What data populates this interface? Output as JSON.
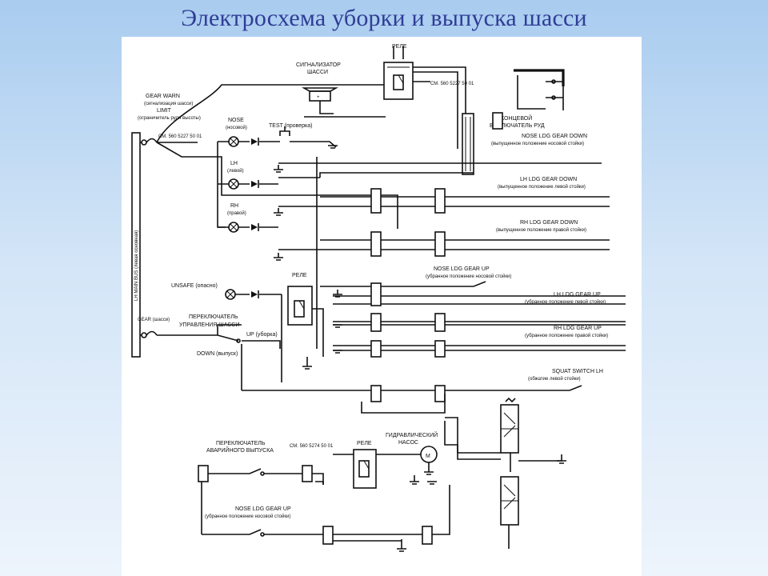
{
  "title": "Электросхема уборки и выпуска шасси",
  "labels": {
    "relay_top": "РЕЛЕ",
    "signal_device_1": "СИГНАЛИЗАТОР",
    "signal_device_2": "ШАССИ",
    "cm_top": "СМ. 560 5227 50 01",
    "gear_warn_1": "GEAR WARN",
    "gear_warn_2": "(сигнализация шасси)",
    "gear_warn_3": "LIMIT",
    "gear_warn_4": "(ограничитель руля высоты)",
    "cm_left": "СМ. 560 5227 50 01",
    "nose": "NOSE",
    "nose_ru": "(носовой)",
    "test": "TEST (проверка)",
    "lh": "LH",
    "lh_ru": "(левой)",
    "rh": "RH",
    "rh_ru": "(правой)",
    "unsafe": "UNSAFE (опасно)",
    "relay_mid": "РЕЛЕ",
    "bus": "LH MAIN BUS (левая основная)",
    "gear": "GEAR (шасси)",
    "switch_1": "ПЕРЕКЛЮЧАТЕЛЬ",
    "switch_2": "УПРАВЛЕНИЯ ШАССИ",
    "up": "UP (уборка)",
    "down": "DOWN (выпуск)",
    "limit_sw_1": "КОНЦЕВОЙ",
    "limit_sw_2": "ВЫКЛЮЧАТЕЛЬ РУД",
    "nose_down": "NOSE LDG GEAR DOWN",
    "nose_down_ru": "(выпущенное положение носовой стойки)",
    "lh_down": "LH LDG GEAR DOWN",
    "lh_down_ru": "(выпущенное положение левой стойки)",
    "rh_down": "RH LDG GEAR DOWN",
    "rh_down_ru": "(выпущенное положение правой стойки)",
    "nose_up": "NOSE LDG GEAR UP",
    "nose_up_ru": "(убранное положение носовой стойки)",
    "lh_up": "LH LDG GEAR UP",
    "lh_up_ru": "(убранное положение левой стойки)",
    "rh_up": "RH LDG GEAR UP",
    "rh_up_ru": "(убранное положение правой стойки)",
    "squat": "SQUAT SWITCH LH",
    "squat_ru": "(обжатие левой стойки)",
    "emerg_1": "ПЕРЕКЛЮЧАТЕЛЬ",
    "emerg_2": "АВАРИЙНОГО ВЫПУСКА",
    "cm_bottom": "СМ. 560 5274 50 01",
    "relay_bottom": "РЕЛЕ",
    "pump_1": "ГИДРАВЛИЧЕСКИЙ",
    "pump_2": "НАСОС",
    "motor": "M",
    "nose_up_b": "NOSE LDG GEAR UP",
    "nose_up_b_ru": "(убранное положение носовой стойки)"
  }
}
